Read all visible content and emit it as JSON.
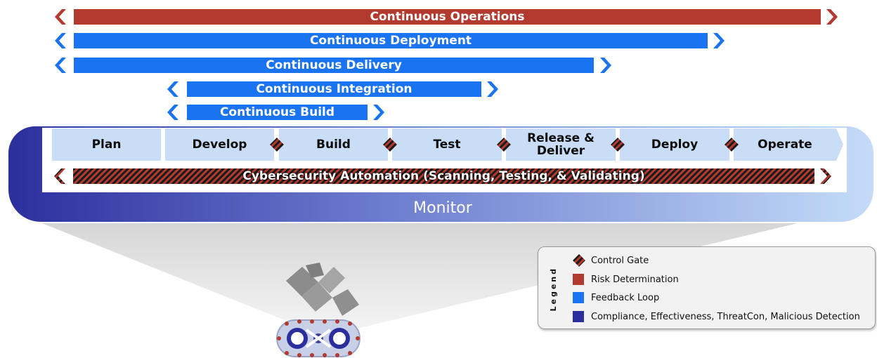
{
  "bars": {
    "operations": "Continuous Operations",
    "deployment": "Continuous Deployment",
    "delivery": "Continuous Delivery",
    "integration": "Continuous Integration",
    "build": "Continuous Build"
  },
  "stages": [
    "Plan",
    "Develop",
    "Build",
    "Test",
    "Release &\nDeliver",
    "Deploy",
    "Operate"
  ],
  "automation": "Cybersecurity Automation (Scanning, Testing, & Validating)",
  "monitor": "Monitor",
  "legend": {
    "title": "Legend",
    "items": [
      {
        "label": "Control Gate",
        "icon": "control-gate-icon"
      },
      {
        "label": "Risk Determination",
        "color": "#b23a2f"
      },
      {
        "label": "Feedback Loop",
        "color": "#1a73f0"
      },
      {
        "label": "Compliance, Effectiveness, ThreatCon, Malicious Detection",
        "color": "#2b2f9e"
      }
    ]
  },
  "colors": {
    "risk": "#b23a2f",
    "feedback": "#1a73f0",
    "compliance": "#2b2f9e",
    "stage_fill": "#c9ddf7"
  }
}
